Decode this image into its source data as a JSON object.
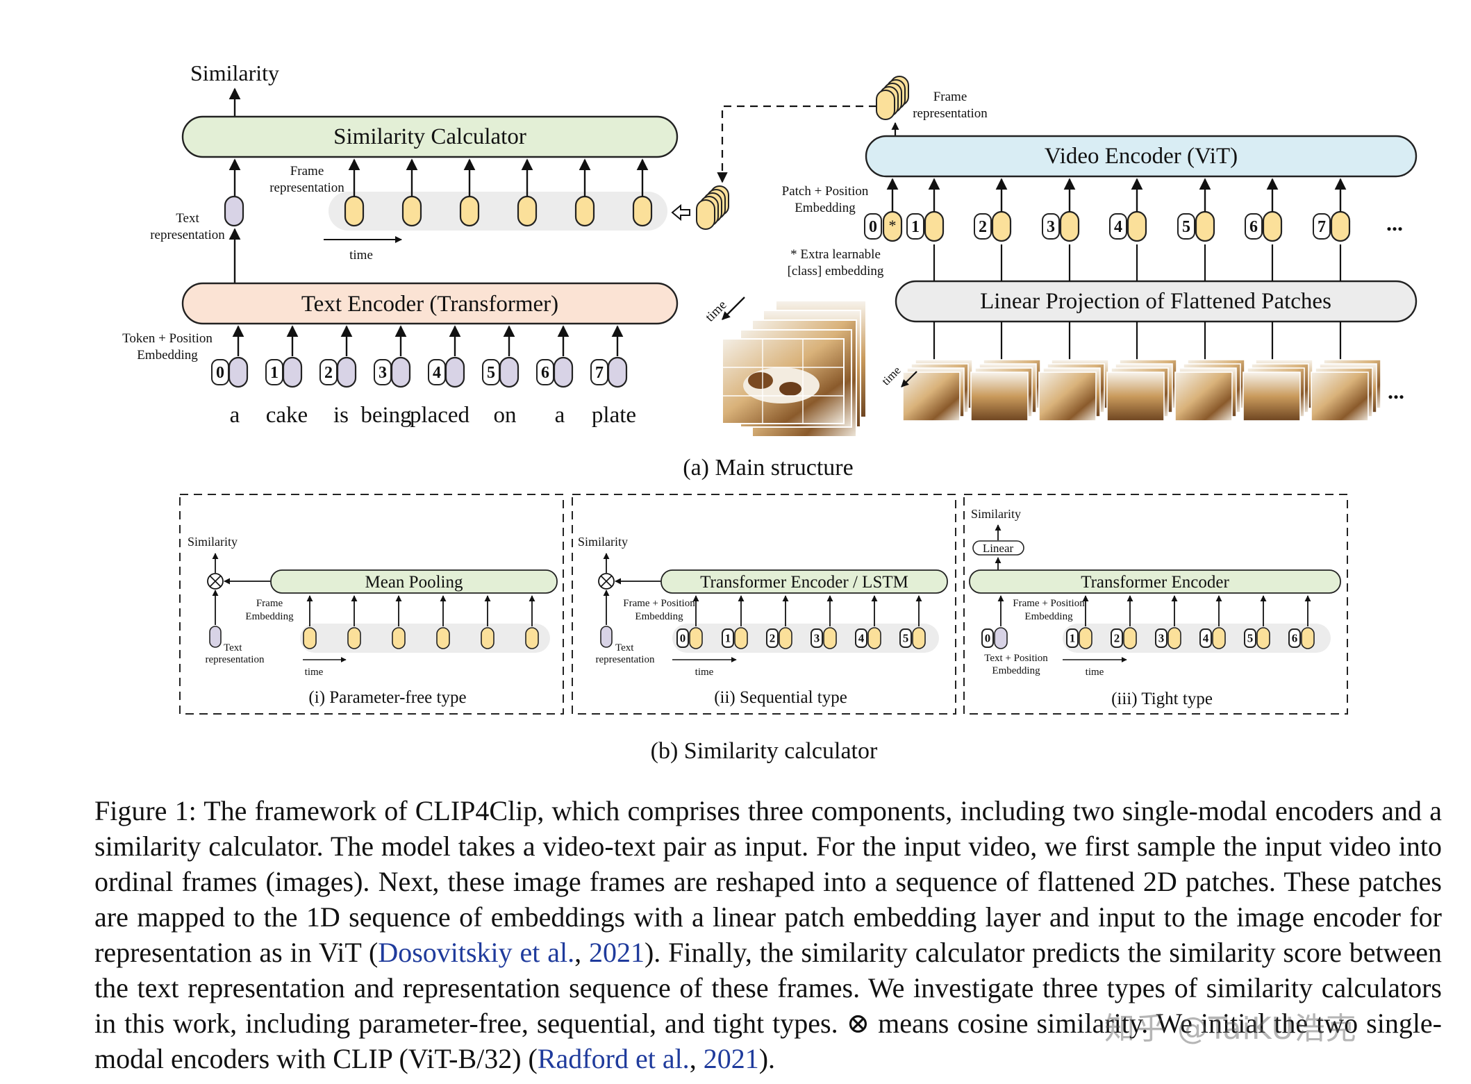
{
  "main": {
    "similarity_output": "Similarity",
    "similarity_calculator": "Similarity Calculator",
    "text_representation": [
      "Text",
      "representation"
    ],
    "frame_representation": [
      "Frame",
      "representation"
    ],
    "time": "time",
    "text_encoder": "Text Encoder (Transformer)",
    "token_position_embedding": [
      "Token + Position",
      "Embedding"
    ],
    "token_ids": [
      "0",
      "1",
      "2",
      "3",
      "4",
      "5",
      "6",
      "7"
    ],
    "words": [
      "a",
      "cake",
      "is",
      "being",
      "placed",
      "on",
      "a",
      "plate"
    ],
    "video_encoder": "Video Encoder (ViT)",
    "video_frame_representation": [
      "Frame",
      "representation"
    ],
    "patch_position_embedding": [
      "Patch + Position",
      "Embedding"
    ],
    "patch_ids": [
      "0",
      "*",
      "1",
      "2",
      "3",
      "4",
      "5",
      "6",
      "7"
    ],
    "ellipsis": "...",
    "extra_learnable": [
      "* Extra learnable",
      "[class] embedding"
    ],
    "linear_projection": "Linear Projection of Flattened Patches",
    "subcaption": "(a) Main structure"
  },
  "similarity_types": {
    "panels": [
      {
        "similarity": "Similarity",
        "block": "Mean Pooling",
        "embedding": [
          "Frame",
          "Embedding"
        ],
        "text_rep": [
          "Text",
          "representation"
        ],
        "time": "time",
        "label": "(i) Parameter-free type"
      },
      {
        "similarity": "Similarity",
        "block": "Transformer Encoder / LSTM",
        "embedding": [
          "Frame + Position",
          "Embedding"
        ],
        "text_rep": [
          "Text",
          "representation"
        ],
        "ids": [
          "0",
          "1",
          "2",
          "3",
          "4",
          "5"
        ],
        "time": "time",
        "label": "(ii) Sequential type"
      },
      {
        "similarity": "Similarity",
        "linear": "Linear",
        "block": "Transformer Encoder",
        "embedding": [
          "Frame + Position",
          "Embedding"
        ],
        "text_pos": [
          "Text + Position",
          "Embedding"
        ],
        "text_id": "0",
        "ids": [
          "1",
          "2",
          "3",
          "4",
          "5",
          "6"
        ],
        "time": "time",
        "label": "(iii) Tight type"
      }
    ],
    "subcaption": "(b) Similarity calculator"
  },
  "caption": {
    "part1": "Figure 1: The framework of CLIP4Clip, which comprises three components, including two single-modal encoders and a similarity calculator. The model takes a video-text pair as input. For the input video, we first sample the input video into ordinal frames (images). Next, these image frames are reshaped into a sequence of flattened 2D patches. These patches are mapped to the 1D sequence of embeddings with a linear patch embedding layer and input to the image encoder for representation as in ViT (",
    "cite1_author": "Dosovitskiy et al.",
    "sep1": ", ",
    "cite1_year": "2021",
    "part2": "). Finally, the similarity calculator predicts the similarity score between the text representation and representation sequence of these frames. We investigate three types of similarity calculators in this work, including parameter-free, sequential, and tight types. ⊗ means cosine similarity. We initial the two single-modal encoders with CLIP (ViT-B/32) (",
    "cite2_author": "Radford et al.",
    "sep2": ", ",
    "cite2_year": "2021",
    "part3": ")."
  },
  "watermark": "知乎 @TaiKU浩克",
  "colors": {
    "green": "#e3efd6",
    "peach": "#fbe3d4",
    "blue": "#d9edf4",
    "gray_block": "#ececec",
    "frame_token": "#fbe09a",
    "text_token": "#d8d3e6",
    "cite": "#1f3b9c"
  }
}
